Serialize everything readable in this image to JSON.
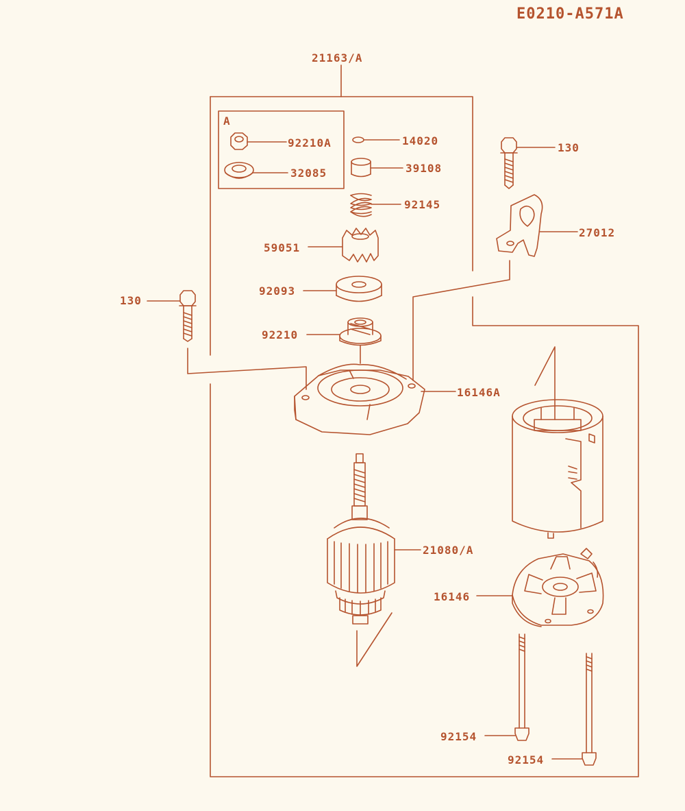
{
  "diagram": {
    "code": "E0210-A571A",
    "colors": {
      "ink": "#b5532e",
      "background": "#fdf9ee"
    },
    "kit": {
      "letter": "A"
    },
    "labels": {
      "assembly": "21163/A",
      "nut_a": "92210A",
      "washer_a": "32085",
      "ring": "14020",
      "collar": "39108",
      "spring": "92145",
      "gear": "59051",
      "washer": "92093",
      "nut": "92210",
      "bolt_left": "130",
      "bolt_right": "130",
      "bracket": "27012",
      "front_cover": "16146A",
      "armature": "21080/A",
      "rear_cover": "16146",
      "through_bolt_1": "92154",
      "through_bolt_2": "92154"
    }
  }
}
